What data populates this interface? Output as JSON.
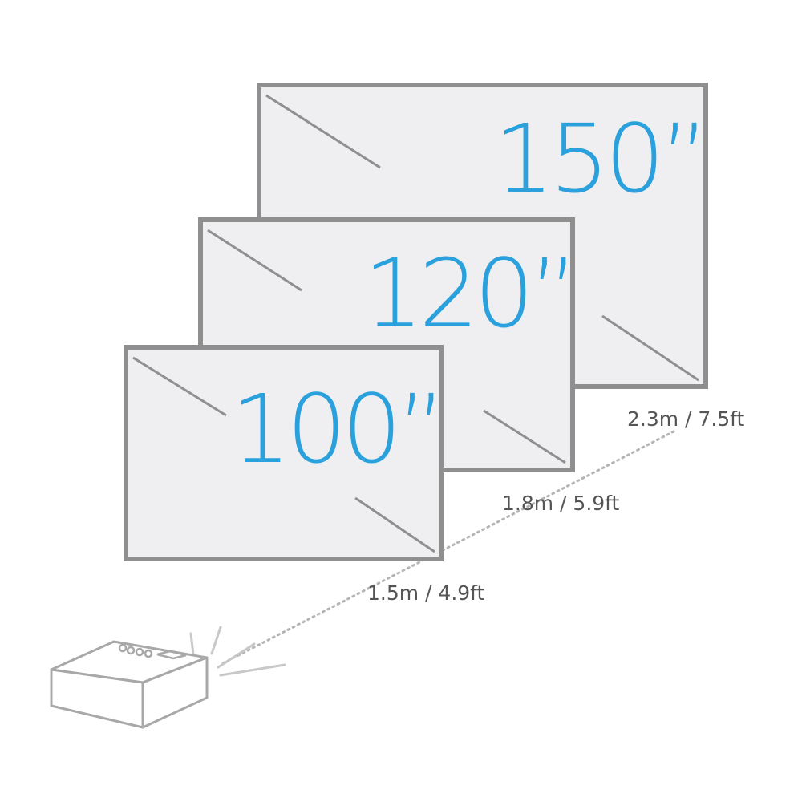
{
  "screens": [
    {
      "size_label": "150”",
      "distance_label": "2.3m / 7.5ft"
    },
    {
      "size_label": "120”",
      "distance_label": "1.8m / 5.9ft"
    },
    {
      "size_label": "100”",
      "distance_label": "1.5m / 4.9ft"
    }
  ],
  "colors": {
    "accent": "#2aa1dc",
    "frame": "#8f8f8f",
    "screen_fill": "#efeff1",
    "text": "#555555",
    "projector_outline": "#a8a8a8"
  },
  "icons": [
    "projector-icon"
  ]
}
